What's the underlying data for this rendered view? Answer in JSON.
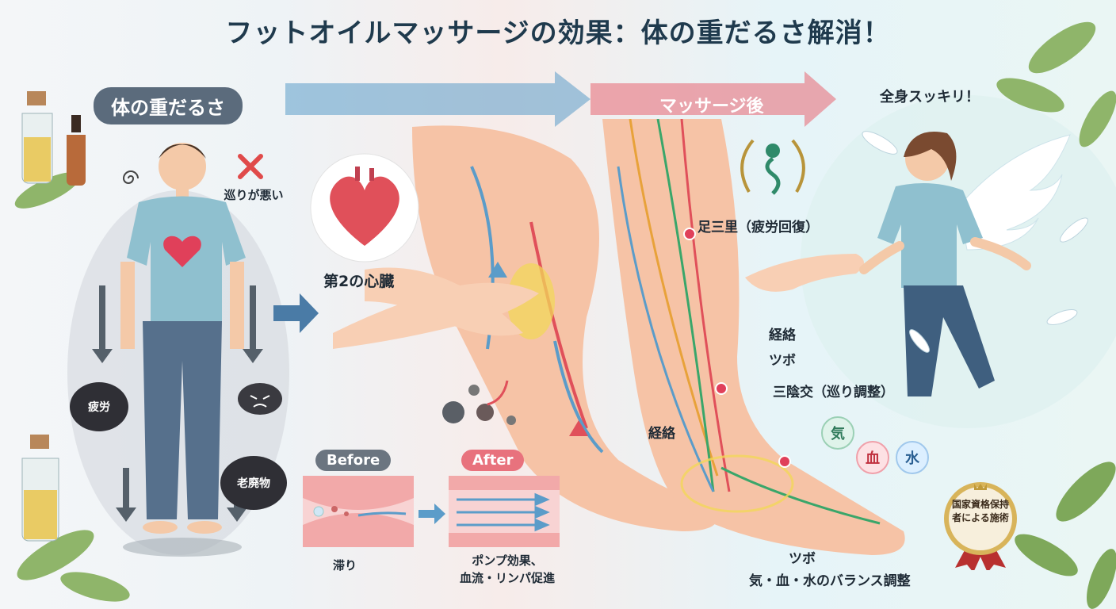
{
  "title": "フットオイルマッサージの効果：体の重だるさ解消！",
  "before_section": {
    "header": "体の重だるさ",
    "cross_label": "巡りが悪い",
    "fatigue": "疲労",
    "waste": "老廃物"
  },
  "heart_label": "第2の心臓",
  "after_header": "マッサージ後",
  "result_label": "全身スッキリ！",
  "points": {
    "zusanri": "足三里（疲労回復）",
    "meridian_1": "経絡",
    "tsubo_1": "ツボ",
    "sanyinjiao": "三陰交（巡り調整）",
    "meridian_2": "経絡",
    "tsubo_2": "ツボ",
    "balance": "気・血・水のバランス調整"
  },
  "elements": {
    "ki": "気",
    "ketsu": "血",
    "sui": "水"
  },
  "comparison": {
    "before_tag": "Before",
    "after_tag": "After",
    "before_caption": "滞り",
    "after_caption": "ポンプ効果、\n血流・リンパ促進"
  },
  "badge": "国家資格保持者による施術",
  "colors": {
    "title": "#1f3a4d",
    "before_pill": "#5b6b7c",
    "after_pill": "#e8727d",
    "arrow_blue": "#5b9cc9",
    "arrow_red": "#e0505a",
    "point": "#e0405a"
  }
}
